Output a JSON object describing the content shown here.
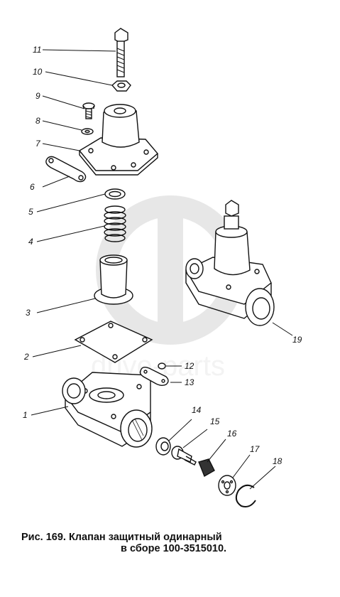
{
  "figure": {
    "caption_line1": "Рис. 169. Клапан защитный одинарный",
    "caption_line2": "в сборе 100-3515010.",
    "watermark": "drive-parts"
  },
  "parts": [
    {
      "num": "1"
    },
    {
      "num": "2"
    },
    {
      "num": "3"
    },
    {
      "num": "4"
    },
    {
      "num": "5"
    },
    {
      "num": "6"
    },
    {
      "num": "7"
    },
    {
      "num": "8"
    },
    {
      "num": "9"
    },
    {
      "num": "10"
    },
    {
      "num": "11"
    },
    {
      "num": "12"
    },
    {
      "num": "13"
    },
    {
      "num": "14"
    },
    {
      "num": "15"
    },
    {
      "num": "16"
    },
    {
      "num": "17"
    },
    {
      "num": "18"
    },
    {
      "num": "19"
    }
  ]
}
